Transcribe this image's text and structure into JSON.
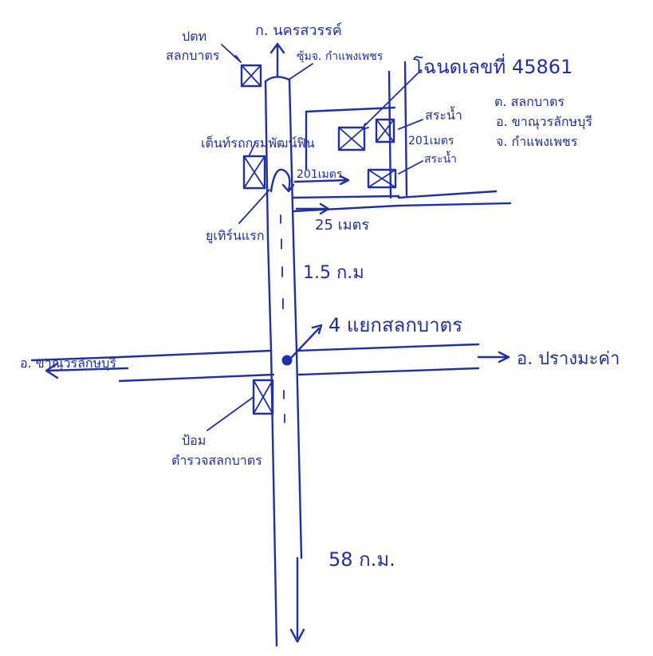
{
  "labels": {
    "north_dest": "ก. นครสวรรค์",
    "gas_station_line1": "ปตท",
    "gas_station_line2": "สลกบาตร",
    "bus_stop": "ซุ้มจ. กำแพงเพชร",
    "plot_title": "โฉนดเลขที่ 45861",
    "plot_subdistrict": "ต. สลกบาตร",
    "plot_district": "อ. ขาณุวรลักษบุรี",
    "plot_province": "จ. กำแพงเพชร",
    "pond_top": "สระน้ำ",
    "pond_bottom": "สระน้ำ",
    "depth_201": "201เมตร",
    "dist_201": "201เมตร",
    "dist_25": "25 เมตร",
    "tent_shop": "เต็นท์รถกรมพัฒน์ฟิน",
    "u_turn": "ยูเทิร์นแรก",
    "dist_15": "1.5 ก.ม",
    "intersection": "4 แยกสลกบาตร",
    "west_dest": "อ. ขาณุวรลักษบุรี",
    "east_dest": "อ. ปรางมะค่า",
    "police_line1": "ป้อม",
    "police_line2": "ตำรวจสลกบาตร",
    "south_dist": "58 ก.ม."
  },
  "colors": {
    "ink": "#1f2fa8",
    "paper": "#ffffff"
  }
}
